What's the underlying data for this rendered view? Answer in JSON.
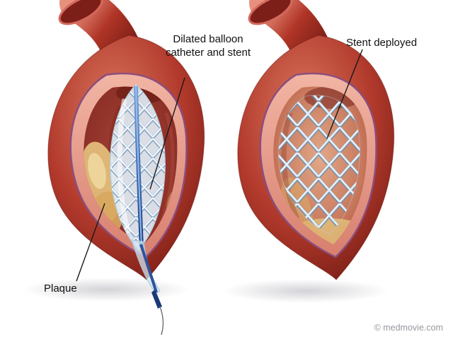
{
  "figure": {
    "labels": {
      "balloon_catheter": "Dilated balloon catheter and stent",
      "stent_deployed": "Stent deployed",
      "plaque": "Plaque"
    },
    "credit": "© medmovie.com",
    "colors": {
      "artery_outer": "#b23a2c",
      "artery_wall_cut": "#e59a8c",
      "wall_outline": "#8a4e7e",
      "lumen_dark": "#8c2f26",
      "lumen_open": "#d99a7e",
      "plaque": "#e2bd7a",
      "stent_wire": "#eff6fd",
      "stent_wire_shadow": "#7e9cba",
      "balloon": "#e2effa",
      "catheter": "#3f6fb8",
      "background": "#ffffff"
    }
  }
}
